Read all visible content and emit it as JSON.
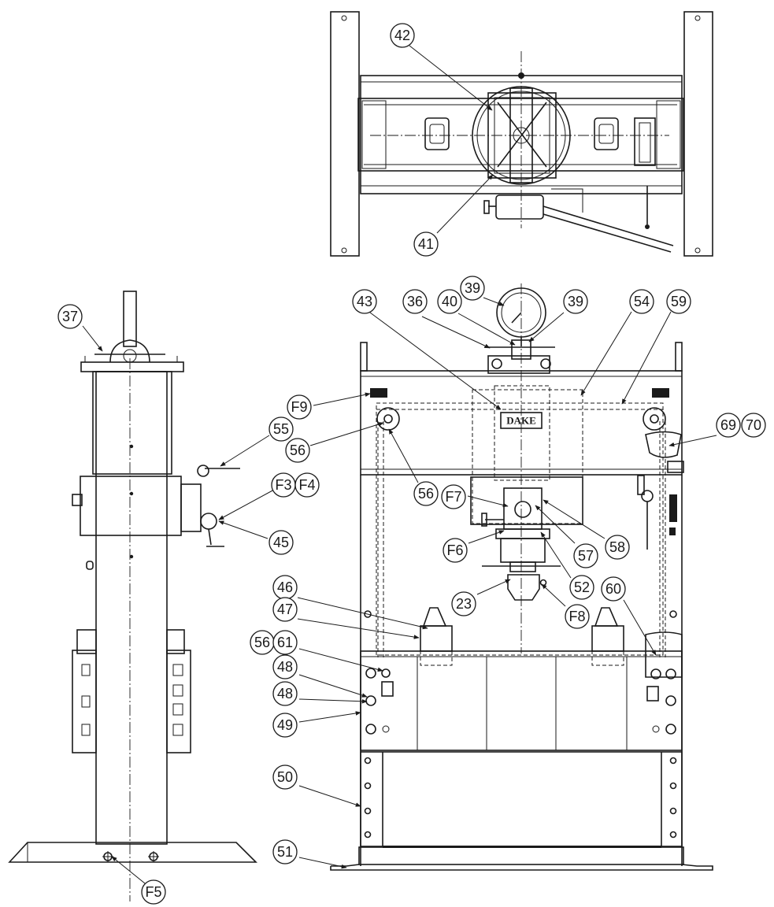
{
  "brand_plate": "DAKE",
  "callouts": [
    {
      "label": "42"
    },
    {
      "label": "41"
    },
    {
      "label": "37"
    },
    {
      "label": "55"
    },
    {
      "label": "F3"
    },
    {
      "label": "F4"
    },
    {
      "label": "45"
    },
    {
      "label": "F5"
    },
    {
      "label": "43"
    },
    {
      "label": "36"
    },
    {
      "label": "40"
    },
    {
      "label": "39"
    },
    {
      "label": "39"
    },
    {
      "label": "54"
    },
    {
      "label": "59"
    },
    {
      "label": "F9"
    },
    {
      "label": "56"
    },
    {
      "label": "56"
    },
    {
      "label": "F7"
    },
    {
      "label": "F6"
    },
    {
      "label": "57"
    },
    {
      "label": "58"
    },
    {
      "label": "52"
    },
    {
      "label": "23"
    },
    {
      "label": "F8"
    },
    {
      "label": "69"
    },
    {
      "label": "70"
    },
    {
      "label": "46"
    },
    {
      "label": "47"
    },
    {
      "label": "56"
    },
    {
      "label": "61"
    },
    {
      "label": "48"
    },
    {
      "label": "48"
    },
    {
      "label": "49"
    },
    {
      "label": "60"
    },
    {
      "label": "50"
    },
    {
      "label": "51"
    }
  ]
}
